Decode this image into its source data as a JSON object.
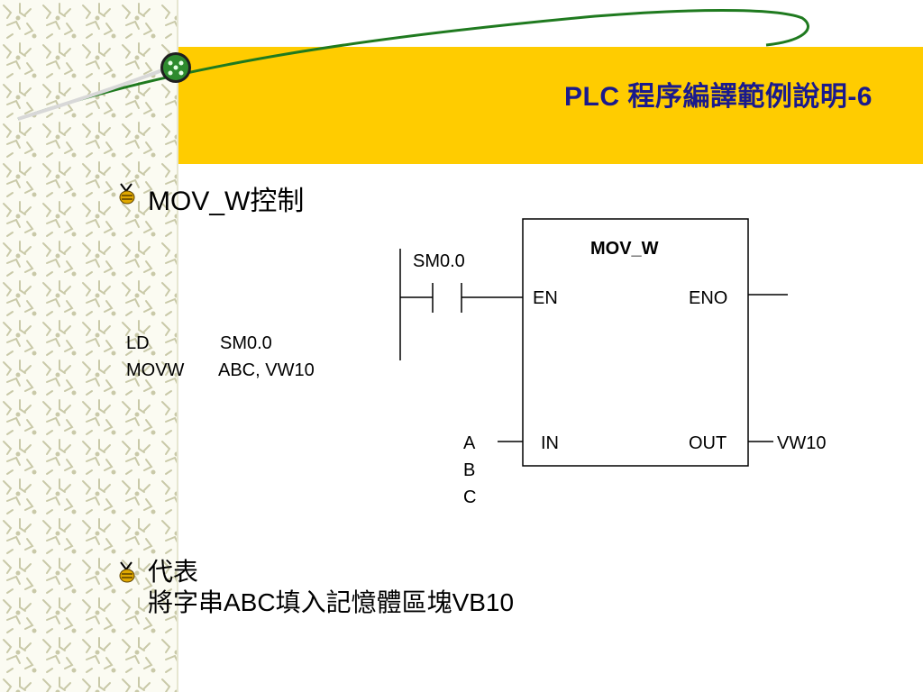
{
  "slide": {
    "title": "PLC 程序編譯範例說明-6"
  },
  "bullets": [
    {
      "text": "MOV_W控制"
    },
    {
      "line1": "代表",
      "line2": "將字串ABC填入記憶體區塊VB10"
    }
  ],
  "stl": {
    "line1_op": "LD",
    "line1_arg": "SM0.0",
    "line2_op": "MOVW",
    "line2_arg": "ABC, VW10"
  },
  "ladder": {
    "contact_label": "SM0.0",
    "block_title": "MOV_W",
    "pin_en": "EN",
    "pin_eno": "ENO",
    "pin_in": "IN",
    "pin_out": "OUT",
    "input_a": "A",
    "input_b": "B",
    "input_c": "C",
    "output": "VW10"
  },
  "colors": {
    "header_band": "#ffcc00",
    "title": "#1a1a8c",
    "swoosh": "#1f7a1f"
  },
  "icons": {
    "bullet": "bee-bullet-icon",
    "logo": "green-ring-node-icon"
  }
}
